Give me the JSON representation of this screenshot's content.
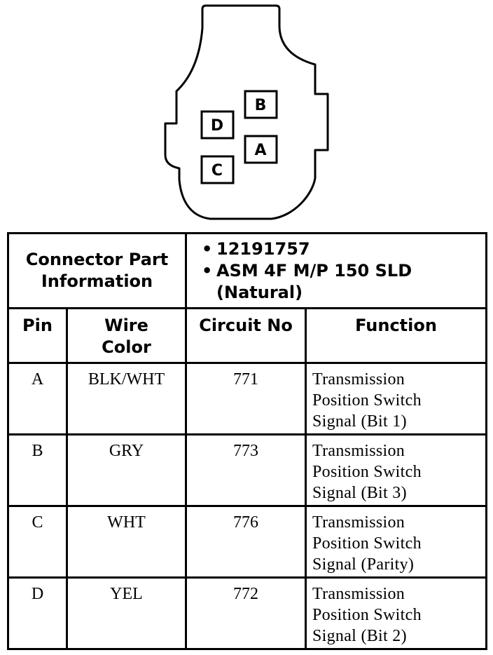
{
  "connector": {
    "pins": [
      "A",
      "B",
      "C",
      "D"
    ]
  },
  "info": {
    "title_line1": "Connector Part",
    "title_line2": "Information",
    "part_number": "12191757",
    "assembly_line1": "ASM 4F M/P 150 SLD",
    "assembly_line2": "(Natural)"
  },
  "headers": {
    "pin": "Pin",
    "wire_color_line1": "Wire",
    "wire_color_line2": "Color",
    "circuit_no": "Circuit No",
    "function": "Function"
  },
  "rows": [
    {
      "pin": "A",
      "wire_color": "BLK/WHT",
      "circuit_no": "771",
      "function_line1": "Transmission",
      "function_line2": "Position Switch",
      "function_line3": "Signal (Bit 1)"
    },
    {
      "pin": "B",
      "wire_color": "GRY",
      "circuit_no": "773",
      "function_line1": "Transmission",
      "function_line2": "Position Switch",
      "function_line3": "Signal (Bit 3)"
    },
    {
      "pin": "C",
      "wire_color": "WHT",
      "circuit_no": "776",
      "function_line1": "Transmission",
      "function_line2": "Position Switch",
      "function_line3": "Signal (Parity)"
    },
    {
      "pin": "D",
      "wire_color": "YEL",
      "circuit_no": "772",
      "function_line1": "Transmission",
      "function_line2": "Position Switch",
      "function_line3": "Signal (Bit 2)"
    }
  ]
}
